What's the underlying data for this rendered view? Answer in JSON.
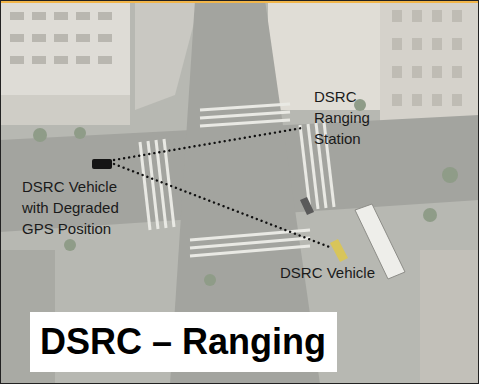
{
  "diagram": {
    "title": "DSRC – Ranging",
    "labels": [
      "DSRC Ranging Station",
      "DSRC Vehicle with Degraded GPS Position",
      "DSRC Vehicle"
    ]
  }
}
